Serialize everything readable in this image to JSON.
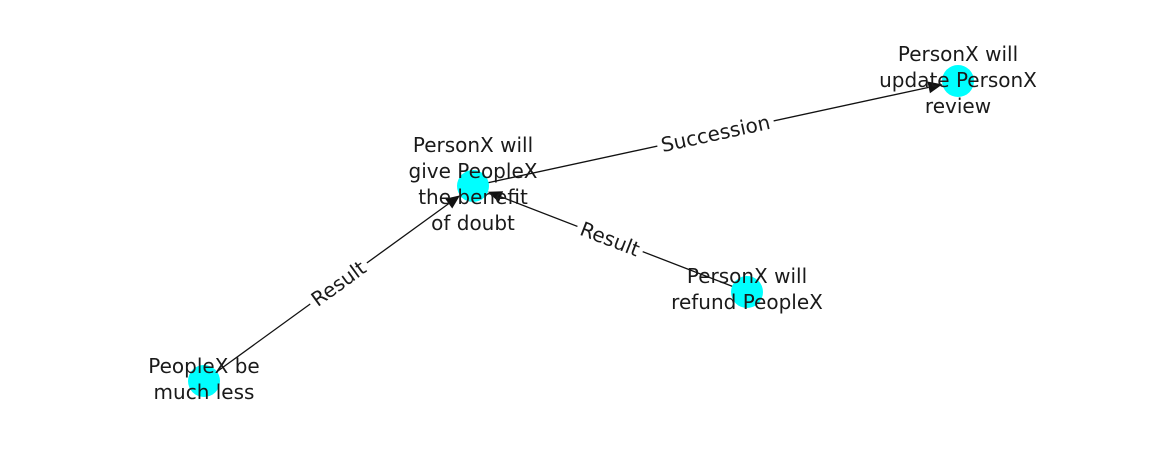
{
  "graph": {
    "node_color": "#00ffff",
    "edge_color": "#111111",
    "label_color": "#1a1a1a",
    "nodes": [
      {
        "id": "n_update",
        "lines": [
          "PersonX will",
          "update PersonX",
          "review"
        ]
      },
      {
        "id": "n_benefit",
        "lines": [
          "PersonX will",
          "give PeopleX",
          "the benefit",
          "of doubt"
        ]
      },
      {
        "id": "n_refund",
        "lines": [
          "PersonX will",
          "refund PeopleX"
        ]
      },
      {
        "id": "n_less",
        "lines": [
          "PeopleX be",
          "much less"
        ]
      }
    ],
    "edges": [
      {
        "id": "e_succession",
        "source": "n_benefit",
        "target": "n_update",
        "label": "Succession"
      },
      {
        "id": "e_result_refund",
        "source": "n_refund",
        "target": "n_benefit",
        "label": "Result"
      },
      {
        "id": "e_result_less",
        "source": "n_less",
        "target": "n_benefit",
        "label": "Result"
      }
    ]
  }
}
